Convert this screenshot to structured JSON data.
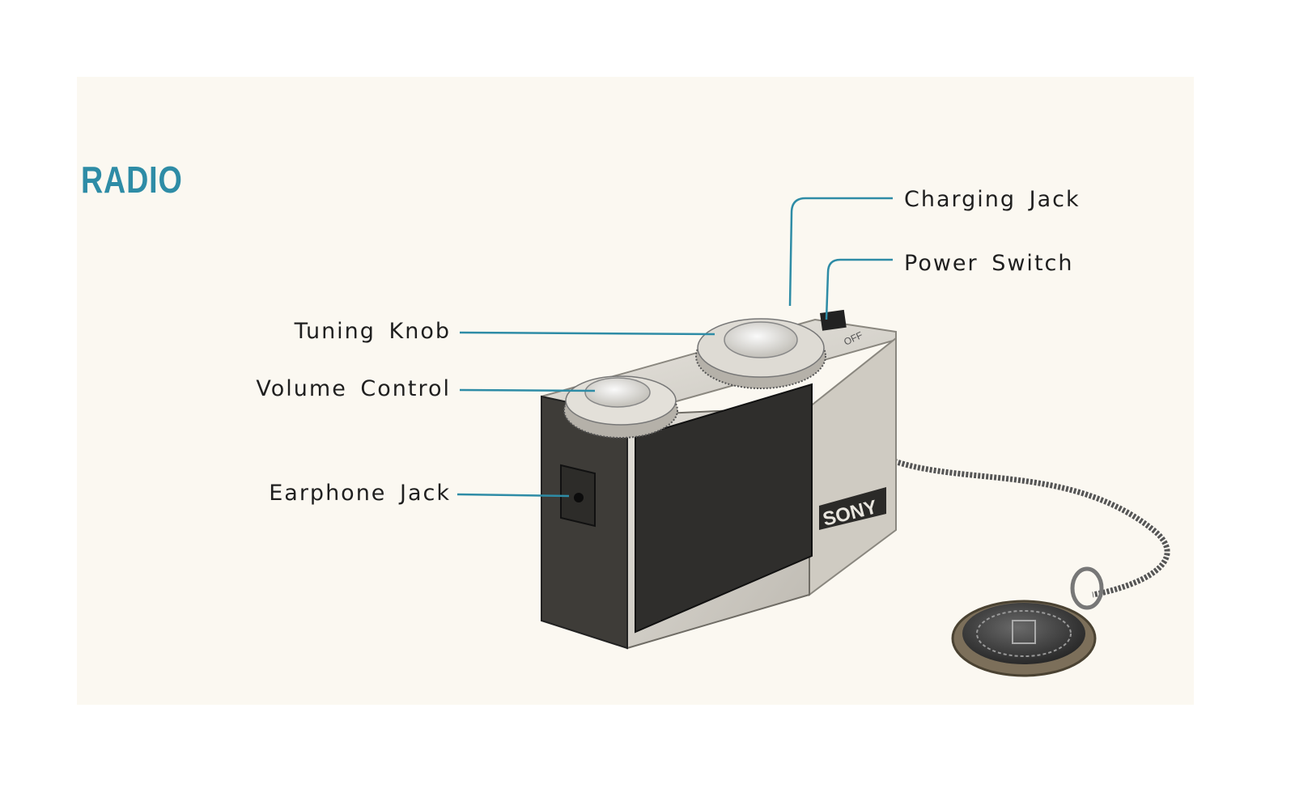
{
  "page": {
    "title": "RADIO",
    "accent_color": "#2e8ca6",
    "labels": {
      "charging_jack": "Charging Jack",
      "power_switch": "Power Switch",
      "tuning_knob": "Tuning Knob",
      "volume_control": "Volume Control",
      "earphone_jack": "Earphone Jack"
    },
    "brand": "SONY"
  }
}
